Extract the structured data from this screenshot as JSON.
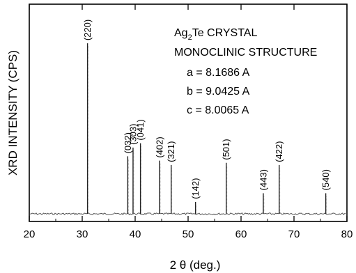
{
  "chart_data": {
    "type": "line",
    "xlabel": "2 θ (deg.)",
    "ylabel": "XRD INTENSITY (CPS)",
    "xlim": [
      20,
      80
    ],
    "x_ticks": [
      20,
      30,
      40,
      50,
      60,
      70,
      80
    ],
    "ylim": [
      0,
      100
    ],
    "grid": false,
    "baseline": 3.5,
    "annotations": [
      {
        "text": "Ag",
        "sub": "2",
        "rest": "Te CRYSTAL"
      },
      {
        "text": "MONOCLINIC STRUCTURE"
      },
      {
        "text": "a = 8.1686 A"
      },
      {
        "text": "b = 9.0425 A"
      },
      {
        "text": "c = 8.0065 A"
      }
    ],
    "peaks": [
      {
        "label": "(220)",
        "x": 31.0,
        "y": 82
      },
      {
        "label": "(032)",
        "x": 38.6,
        "y": 30
      },
      {
        "label": "(303)",
        "x": 39.6,
        "y": 34
      },
      {
        "label": "(041)",
        "x": 41.0,
        "y": 36
      },
      {
        "label": "(402)",
        "x": 44.6,
        "y": 28
      },
      {
        "label": "(321)",
        "x": 46.8,
        "y": 26
      },
      {
        "label": "(142)",
        "x": 51.4,
        "y": 9
      },
      {
        "label": "(501)",
        "x": 57.2,
        "y": 27
      },
      {
        "label": "(443)",
        "x": 64.2,
        "y": 13
      },
      {
        "label": "(422)",
        "x": 67.2,
        "y": 26
      },
      {
        "label": "(540)",
        "x": 76.0,
        "y": 13
      }
    ]
  }
}
